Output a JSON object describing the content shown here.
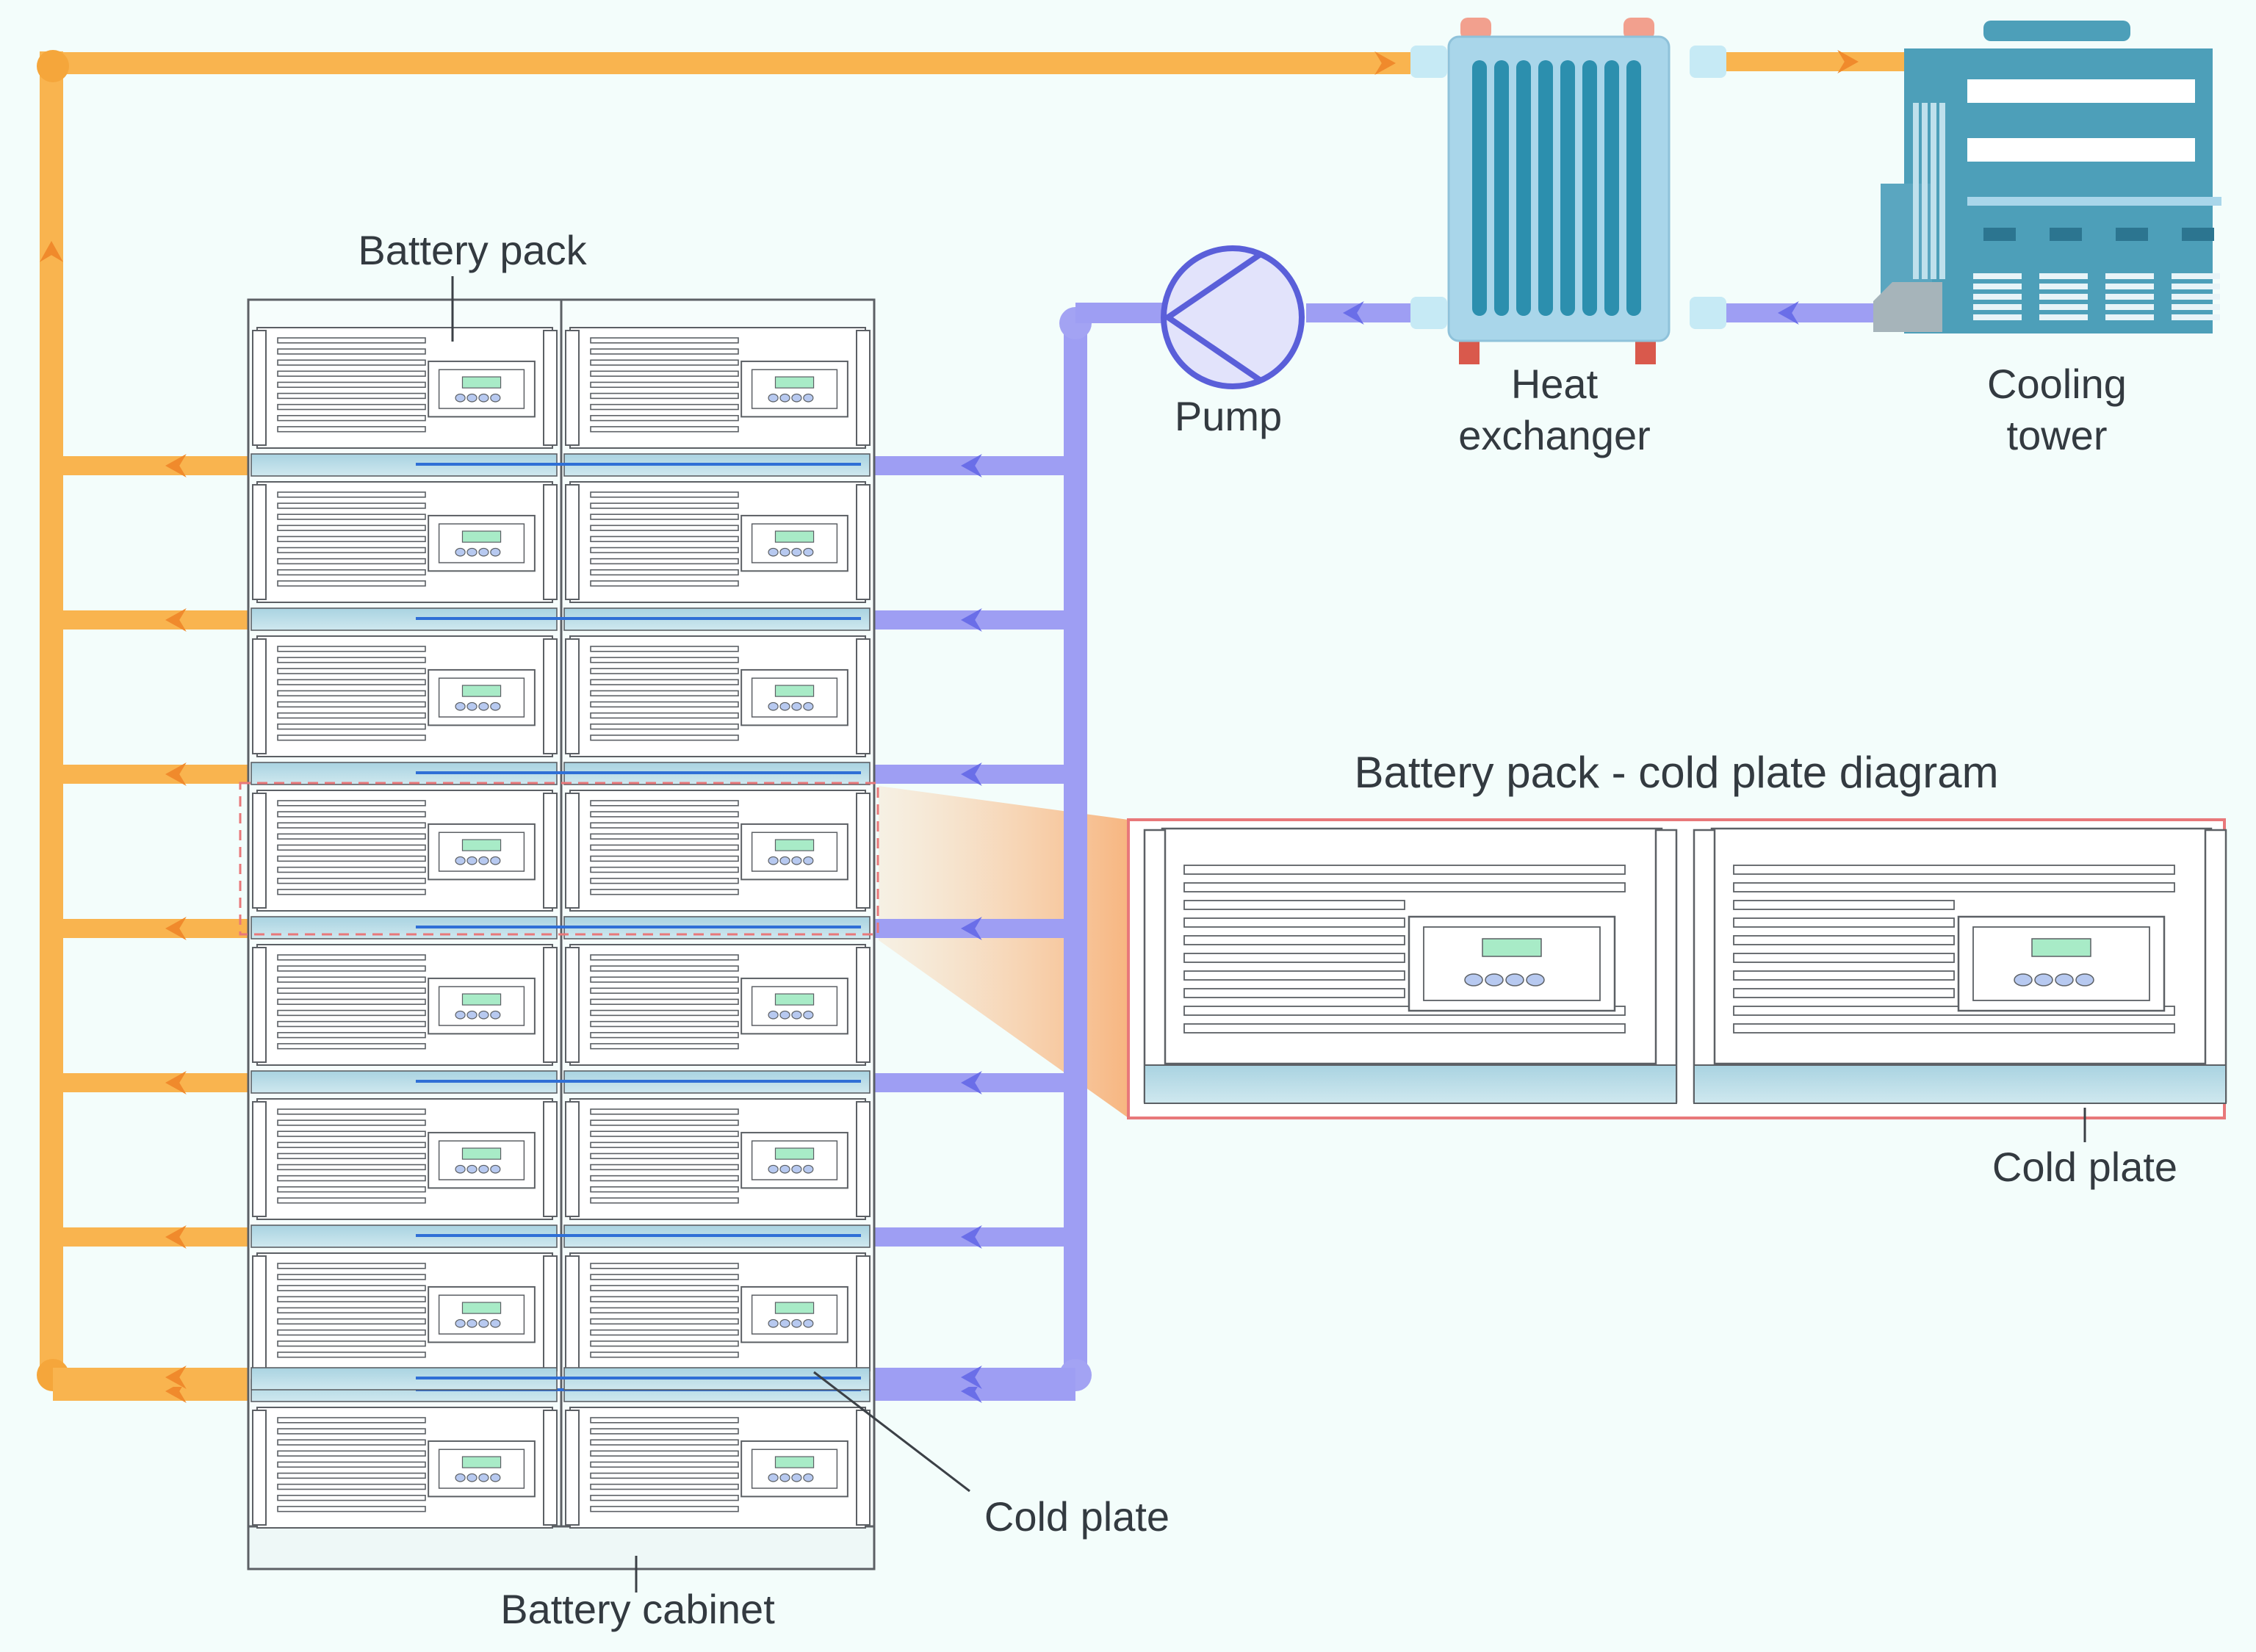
{
  "labels": {
    "battery_pack": "Battery pack",
    "battery_cabinet": "Battery cabinet",
    "cold_plate": "Cold plate",
    "pump": "Pump",
    "heat_exchanger_line1": "Heat",
    "heat_exchanger_line2": "exchanger",
    "cooling_tower_line1": "Cooling",
    "cooling_tower_line2": "tower",
    "detail_title": "Battery pack - cold plate diagram",
    "detail_cold_plate": "Cold plate"
  },
  "colors": {
    "hot_pipe": "#f9b44f",
    "cold_pipe": "#9e9ef3",
    "cold_plate": "#b8dde8",
    "highlight": "#e8787a",
    "tower": "#4d9fb9",
    "heat_exchanger": "#a9d6ea",
    "background": "#f3fdfb"
  },
  "cabinet": {
    "rows": 8,
    "columns": 2
  },
  "icons": [
    "pump-icon",
    "heat-exchanger-icon",
    "cooling-tower-icon",
    "flow-arrow-icon"
  ]
}
